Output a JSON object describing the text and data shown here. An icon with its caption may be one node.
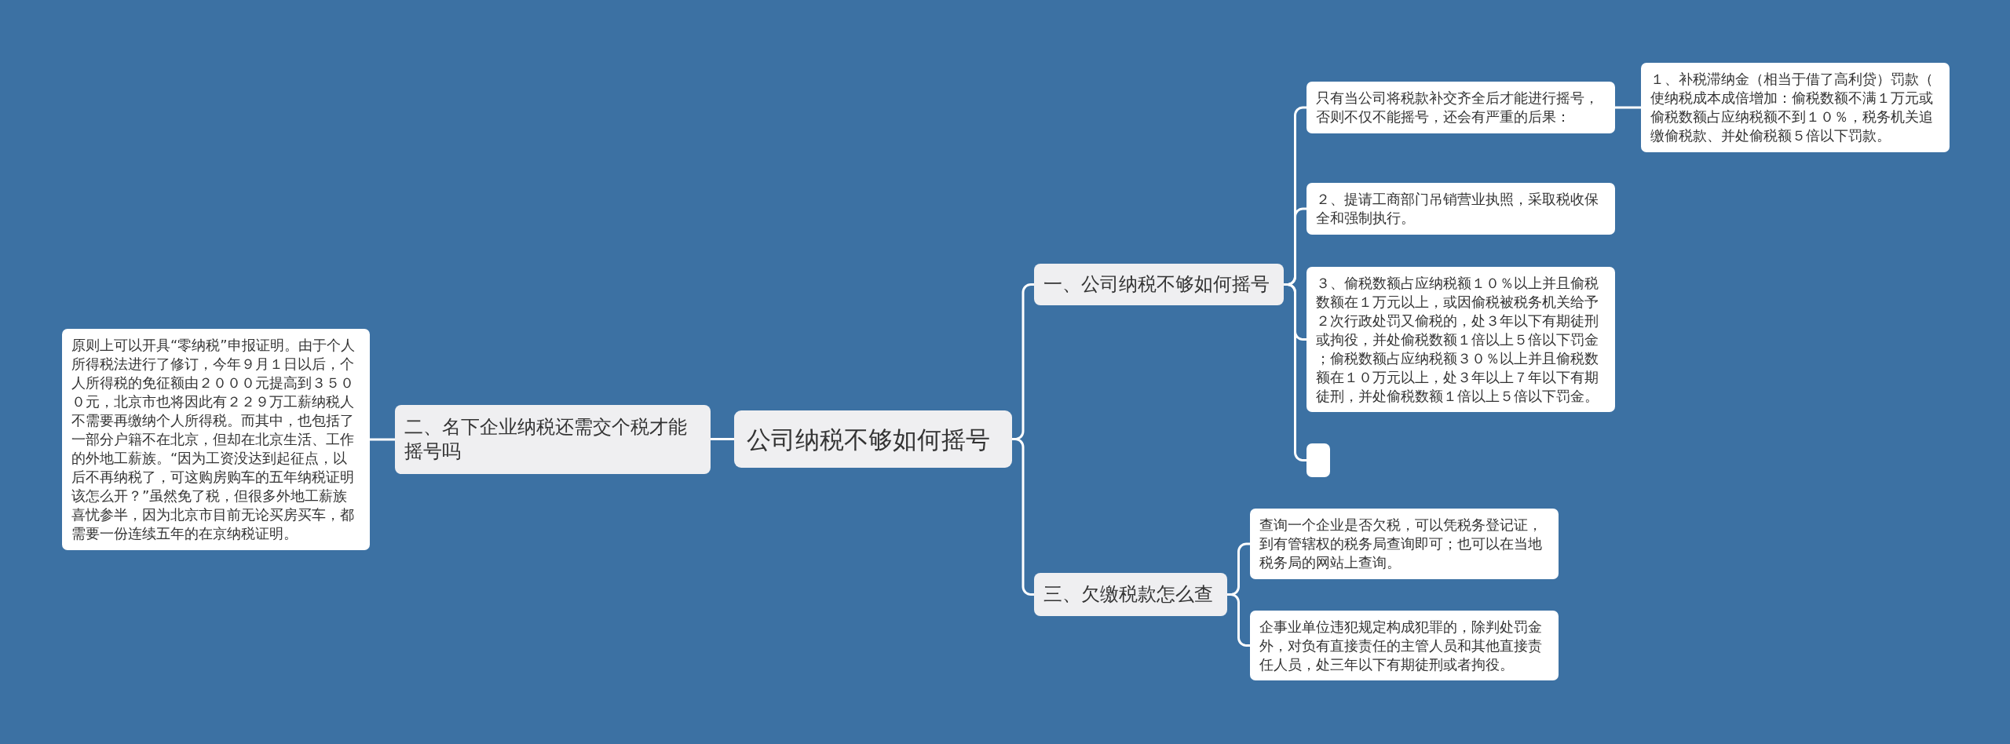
{
  "diagram": {
    "nodes": [
      {
        "text": [
          "公司纳税不够如何摇号"
        ]
      },
      {
        "text": [
          "一、公司纳税不够如何摇号"
        ]
      },
      {
        "text": [
          "只有当公司将税款补交齐全后才能进行摇号，否则不仅不能摇号，还会有严重的后果："
        ]
      },
      {
        "text": [
          "１、补税滞纳金（相当于借了高利贷）罚款（使纳税成本成倍增加：偷税数额不满１万元或偷税数额占应纳税额不到１０％，税务机关追缴偷税款、并处偷税额５倍以下罚款。"
        ]
      },
      {
        "text": [
          "２、提请工商部门吊销营业执照，采取税收保全和强制执行。"
        ]
      },
      {
        "text": [
          "３、偷税数额占应纳税额１０％以上并且偷税数额在１万元以上，或因偷税被税务机关给予２次行政处罚又偷税的，处３年以下有期徒刑或拘役，并处偷税数额１倍以上５倍以下罚金；偷税数额占应纳税额３０％以上并且偷税数额在１０万元以上，处３年以上７年以下有期徒刑，并处偷税数额１倍以上５倍以下罚金。"
        ]
      },
      {
        "text": [],
        "shape": "box"
      },
      {
        "text": [
          "三、欠缴税款怎么查"
        ]
      },
      {
        "text": [
          "查询一个企业是否欠税，可以凭税务登记证，到有管辖权的税务局查询即可；也可以在当地税务局的网站上查询。"
        ]
      },
      {
        "text": [
          "企事业单位违犯规定构成犯罪的，除判处罚金外，对负有直接责任的主管人员和其他直接责任人员，处三年以下有期徒刑或者拘役。"
        ]
      },
      {
        "text": [
          "二、名下企业纳税还需交个税才能摇号吗"
        ]
      },
      {
        "text": [
          "原则上可以开具“零纳税”申报证明。由于个人所得税法进行了修订，今年９月１日以后，个人所得税的免征额由２０００元提高到３５００元，北京市也将因此有２２９万工薪纳税人不需要再缴纳个人所得税。而其中，也包括了一部分户籍不在北京，但却在北京生活、工作的外地工薪族。“因为工资没达到起征点，以后不再纳税了，可这购房购车的五年纳税证明该怎么开？”虽然免了税，但很多外地工薪族喜忧参半，因为北京市目前无论买房买车，都需要一份连续五年的在京纳税证明。"
        ]
      }
    ],
    "edges": [
      {
        "from": 0,
        "to": 1,
        "arrow": "none"
      },
      {
        "from": 0,
        "to": 7,
        "arrow": "none"
      },
      {
        "from": 0,
        "to": 10,
        "arrow": "none"
      },
      {
        "from": 1,
        "to": 2,
        "arrow": "none"
      },
      {
        "from": 1,
        "to": 4,
        "arrow": "none"
      },
      {
        "from": 1,
        "to": 5,
        "arrow": "none"
      },
      {
        "from": 1,
        "to": 6,
        "arrow": "none"
      },
      {
        "from": 2,
        "to": 3,
        "arrow": "none"
      },
      {
        "from": 7,
        "to": 8,
        "arrow": "none"
      },
      {
        "from": 7,
        "to": 9,
        "arrow": "none"
      },
      {
        "from": 10,
        "to": 11,
        "arrow": "none"
      }
    ]
  }
}
